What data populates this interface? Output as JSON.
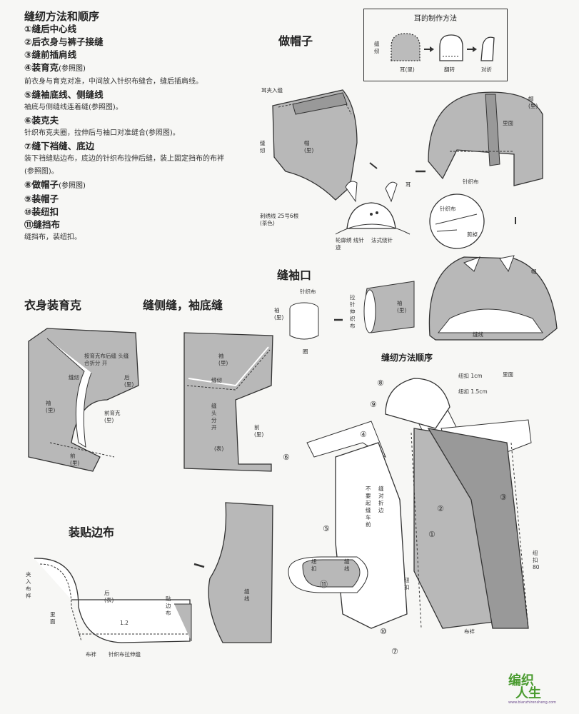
{
  "instructions": {
    "title": "缝纫方法和顺序",
    "steps": [
      {
        "title": "①缝后中心线",
        "ref": "",
        "desc": ""
      },
      {
        "title": "②后衣身与裤子接缝",
        "ref": "",
        "desc": ""
      },
      {
        "title": "③缝前插肩线",
        "ref": "",
        "desc": ""
      },
      {
        "title": "④装育克",
        "ref": "(参照图)",
        "desc": "前衣身与育克对准，中间放入针织布缝合，缝后插肩线。"
      },
      {
        "title": "⑤缝袖底线、侧缝线",
        "ref": "",
        "desc": "袖底与侧缝线连着缝(参照图)。"
      },
      {
        "title": "⑥装克夫",
        "ref": "",
        "desc": "针织布克夫圈，拉伸后与袖口对准缝合(参照图)。"
      },
      {
        "title": "⑦缝下裆缝、底边",
        "ref": "",
        "desc": "装下裆缝贴边布，底边的针织布拉伸后缝，装上固定挡布的布袢(参照图)。"
      },
      {
        "title": "⑧做帽子",
        "ref": "(参照图)",
        "desc": ""
      },
      {
        "title": "⑨装帽子",
        "ref": "",
        "desc": ""
      },
      {
        "title": "⑩装纽扣",
        "ref": "",
        "desc": ""
      },
      {
        "title": "⑪缝挡布",
        "ref": "",
        "desc": "缝挡布，装纽扣。"
      }
    ]
  },
  "sections": {
    "hood": "做帽子",
    "cuff": "缝袖口",
    "yoke": "衣身装育克",
    "side": "缝侧缝，袖底缝",
    "facing": "装贴边布",
    "order": "缝纫方法顺序"
  },
  "ear_box": {
    "title": "耳的制作方法",
    "labels": {
      "stitch": "缝纫",
      "back": "耳(里)",
      "turn": "翻转",
      "fold": "对折"
    }
  },
  "hood_labels": {
    "ear_attach": "耳夹入缝",
    "hood_inside": "帽(里)",
    "stitch": "缝纫",
    "ear": "耳",
    "embroidery": "刺绣线 25号6根 (茶色)",
    "back_stitch": "轮廓绣 线针迹",
    "satin_stitch": "法式绕针",
    "knit": "针织布",
    "hood_back": "帽(里)",
    "surface": "里面",
    "knit2": "针织布",
    "cut": "剪掉",
    "stitch2": "缝线",
    "hood3": "帽"
  },
  "cuff_labels": {
    "knit": "针织布",
    "cuff": "袖(里)",
    "stretch": "拉针 伸织 布",
    "sleeve_back": "袖(里)",
    "circle": "圈"
  },
  "yoke_labels": {
    "note": "按育克布后缝 头缝合折分 开",
    "stitch": "缝纫",
    "back": "后(里)",
    "sleeve": "袖(里)",
    "yoke": "前育克(里)",
    "front": "前(里)"
  },
  "side_labels": {
    "sleeve": "袖(里)",
    "stitch": "缝纫",
    "allowance": "缝头分开",
    "front": "前(里)",
    "back": "(表)"
  },
  "facing_labels": {
    "insert": "夹入布袢",
    "back": "后(表)",
    "facing": "贴边布",
    "front": "里面",
    "dim": "1.2",
    "stitch": "布袢",
    "knit_stretch": "针织布拉伸缝",
    "seam": "缝线"
  },
  "order_labels": {
    "fold1": "纽扣 1cm",
    "fold15": "纽扣 1.5cm",
    "surface": "里面",
    "nums": [
      "⑧",
      "⑨",
      "④",
      "⑥",
      "⑤",
      "①",
      "②",
      "③",
      "⑪",
      "⑦",
      "⑩"
    ],
    "button_flap": "纽扣",
    "seam": "缝线",
    "no_stitch": "不要 起缝 车前",
    "fold_edge": "缝 对 折 边",
    "button": "纽扣",
    "button2": "纽扣 80",
    "loop": "布袢"
  },
  "logo": {
    "text1": "编织",
    "text2": "人生",
    "site": "www.bianzhirensheng.com"
  }
}
